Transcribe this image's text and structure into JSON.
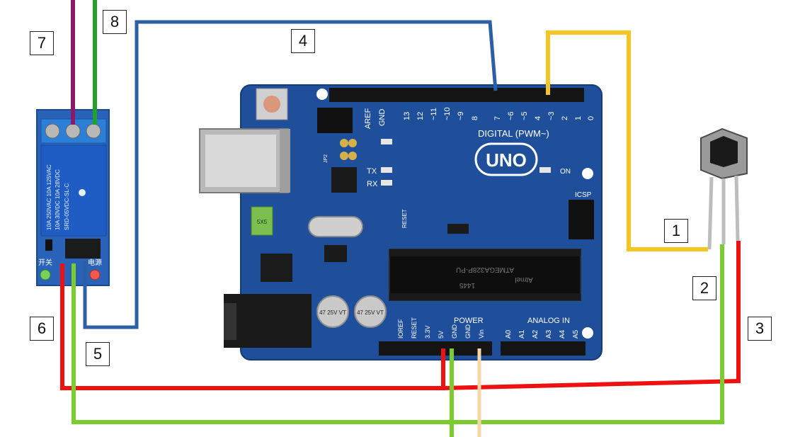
{
  "labels": {
    "n1": "1",
    "n2": "2",
    "n3": "3",
    "n4": "4",
    "n5": "5",
    "n6": "6",
    "n7": "7",
    "n8": "8"
  },
  "board": {
    "logo": "UNO",
    "digital": "DIGITAL (PWM~)",
    "power": "POWER",
    "analog": "ANALOG IN",
    "on": "ON",
    "icsp": "ICSP",
    "tx": "TX",
    "rx": "RX",
    "aref": "AREF",
    "gnd": "GND",
    "chip_model": "ATMEGA328P-PU",
    "chip_brand": "Atmel",
    "chip_date": "1445",
    "cap_left": "47 25V VT",
    "cap_right": "47 25V VT",
    "fuse": "5X5",
    "reset": "RESET",
    "jp2": "JP2",
    "digital_pins": [
      "13",
      "12",
      "~11",
      "~10",
      "~9",
      "8",
      "7",
      "~6",
      "~5",
      "4",
      "~3",
      "2",
      "1",
      "0"
    ],
    "power_pins": [
      "IOREF",
      "RESET",
      "3.3V",
      "5V",
      "GND",
      "GND",
      "Vin"
    ],
    "analog_pins": [
      "A0",
      "A1",
      "A2",
      "A3",
      "A4",
      "A5"
    ]
  },
  "relay": {
    "spec_line1": "10A 250VAC 10A 125VAC",
    "spec_line2": "10A 30VDC 10A 28VDC",
    "model": "SRD-05VDC-SL-C",
    "left_label": "开关",
    "right_label": "电源"
  },
  "colors": {
    "board_blue": "#1f4f9a",
    "wire_yellow": "#f5c623",
    "wire_red": "#ee1111",
    "wire_green": "#7acc2f",
    "wire_blue": "#2d5fa5",
    "wire_purple": "#8b1a6e",
    "wire_dark_green": "#22a02a",
    "wire_peach": "#f5d6a8"
  }
}
